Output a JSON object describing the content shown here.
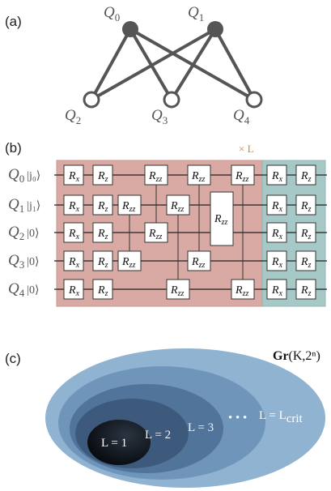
{
  "panels": {
    "a": "(a)",
    "b": "(b)",
    "c": "(c)"
  },
  "graph": {
    "top_nodes": [
      {
        "q": "Q",
        "sub": "0"
      },
      {
        "q": "Q",
        "sub": "1"
      }
    ],
    "bottom_nodes": [
      {
        "q": "Q",
        "sub": "2"
      },
      {
        "q": "Q",
        "sub": "3"
      },
      {
        "q": "Q",
        "sub": "4"
      }
    ]
  },
  "circuit": {
    "repeat_label": "× L",
    "wires": [
      {
        "q": "Q",
        "sub": "0",
        "ket": "|j₀⟩"
      },
      {
        "q": "Q",
        "sub": "1",
        "ket": "|j₁⟩"
      },
      {
        "q": "Q",
        "sub": "2",
        "ket": "|0⟩"
      },
      {
        "q": "Q",
        "sub": "3",
        "ket": "|0⟩"
      },
      {
        "q": "Q",
        "sub": "4",
        "ket": "|0⟩"
      }
    ],
    "gates": {
      "rx": {
        "base": "R",
        "sub": "x"
      },
      "rz": {
        "base": "R",
        "sub": "z"
      },
      "rzz": {
        "base": "R",
        "sub": "zz"
      }
    },
    "colors": {
      "entangling_region": "#d9a9a3",
      "final_region": "#a6c9c7"
    }
  },
  "ellipses": {
    "group_label": "Gr(K,2ⁿ)",
    "levels": [
      {
        "text": "L = 1"
      },
      {
        "text": "L = 2"
      },
      {
        "text": "L = 3"
      },
      {
        "text": "L = L",
        "sub": "crit"
      }
    ],
    "dots": "• • •",
    "colors": [
      "#8fb3d1",
      "#6f95bb",
      "#51749b",
      "#3d5a7c",
      "#0a0e14"
    ]
  }
}
